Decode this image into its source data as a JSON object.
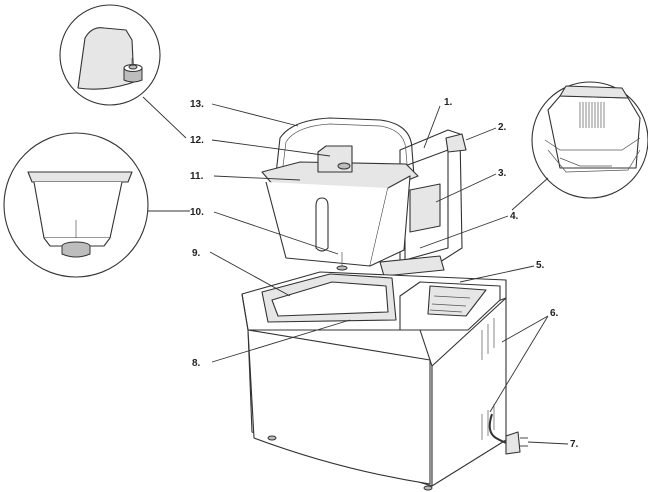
{
  "callouts": [
    {
      "id": "1",
      "text": "1."
    },
    {
      "id": "2",
      "text": "2."
    },
    {
      "id": "3",
      "text": "3."
    },
    {
      "id": "4",
      "text": "4."
    },
    {
      "id": "5",
      "text": "5."
    },
    {
      "id": "6",
      "text": "6."
    },
    {
      "id": "7",
      "text": "7."
    },
    {
      "id": "8",
      "text": "8."
    },
    {
      "id": "9",
      "text": "9."
    },
    {
      "id": "10",
      "text": "10."
    },
    {
      "id": "11",
      "text": "11."
    },
    {
      "id": "12",
      "text": "12."
    },
    {
      "id": "13",
      "text": "13."
    }
  ],
  "insets": [
    {
      "id": "kneading-paddle-detail"
    },
    {
      "id": "baking-pan-cutaway-detail"
    },
    {
      "id": "lid-vent-detail"
    }
  ],
  "colors": {
    "line": "#333333",
    "fill": "#ffffff",
    "shade": "#e6e6e6"
  }
}
